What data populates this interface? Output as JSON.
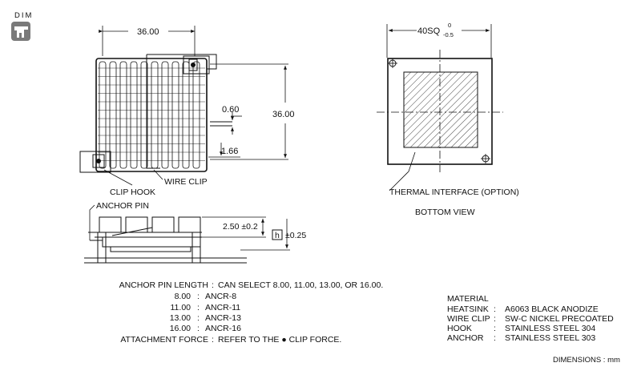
{
  "badge": {
    "label": "DIM",
    "icon": "dimension-tool-icon"
  },
  "top_view": {
    "width_dim": "36.00",
    "height_dim": "36.00",
    "pin_dim_a": "0.60",
    "pin_dim_b": "1.66",
    "label_clip_hook": "CLIP HOOK",
    "label_wire_clip": "WIRE CLIP"
  },
  "side_view": {
    "label_anchor_pin": "ANCHOR PIN",
    "fin_dim": "2.50 ±0.2",
    "h_symbol": "h",
    "h_tolerance": "±0.25"
  },
  "bottom_view": {
    "size_dim_main": "40SQ",
    "size_dim_upper": "0",
    "size_dim_lower": "-0.5",
    "label_thermal": "THERMAL INTERFACE (OPTION)",
    "caption": "BOTTOM VIEW"
  },
  "anchor_notes": {
    "line1_label": "ANCHOR PIN LENGTH",
    "line1_value": "CAN SELECT 8.00, 11.00, 13.00, OR 16.00.",
    "rows": [
      {
        "length": "8.00",
        "code": "ANCR-8"
      },
      {
        "length": "11.00",
        "code": "ANCR-11"
      },
      {
        "length": "13.00",
        "code": "ANCR-13"
      },
      {
        "length": "16.00",
        "code": "ANCR-16"
      }
    ],
    "force_label": "ATTACHMENT FORCE",
    "force_value": "REFER TO THE ● CLIP FORCE."
  },
  "material": {
    "title": "MATERIAL",
    "rows": [
      {
        "part": "HEATSINK",
        "spec": "A6063  BLACK ANODIZE"
      },
      {
        "part": "WIRE CLIP",
        "spec": "SW-C NICKEL PRECOATED"
      },
      {
        "part": "HOOK",
        "spec": "STAINLESS STEEL 304"
      },
      {
        "part": "ANCHOR",
        "spec": "STAINLESS STEEL 303"
      }
    ]
  },
  "units_note": "DIMENSIONS :  mm"
}
